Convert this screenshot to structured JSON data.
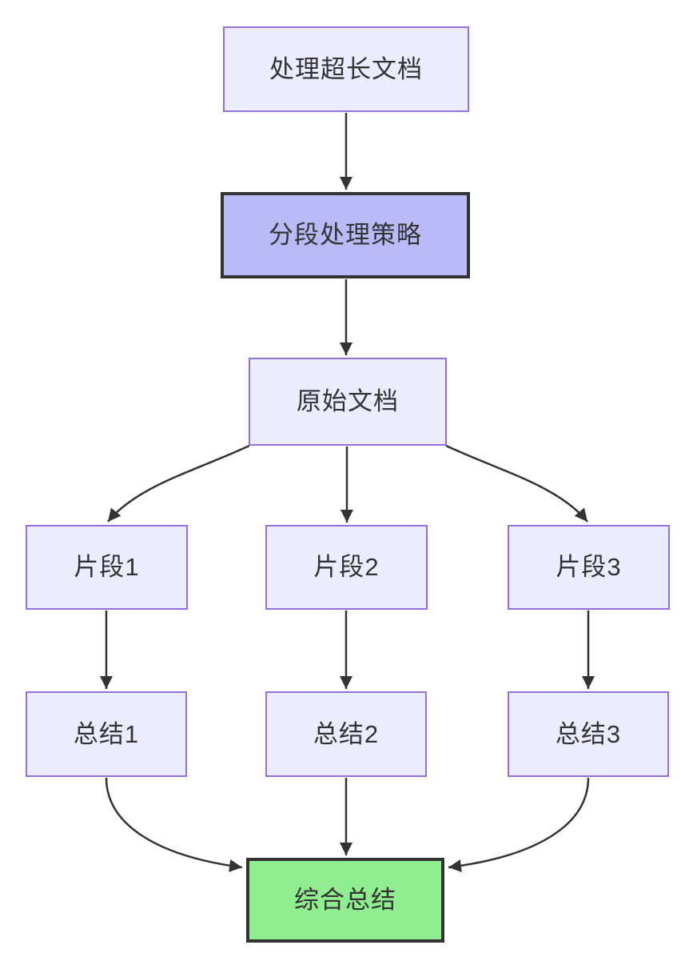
{
  "diagram": {
    "type": "flowchart",
    "direction": "top-down",
    "nodes": {
      "task": {
        "label": "处理超长文档",
        "role": "default"
      },
      "strategy": {
        "label": "分段处理策略",
        "role": "highlight"
      },
      "original": {
        "label": "原始文档",
        "role": "default"
      },
      "fragment1": {
        "label": "片段1",
        "role": "default"
      },
      "fragment2": {
        "label": "片段2",
        "role": "default"
      },
      "fragment3": {
        "label": "片段3",
        "role": "default"
      },
      "summary1": {
        "label": "总结1",
        "role": "default"
      },
      "summary2": {
        "label": "总结2",
        "role": "default"
      },
      "summary3": {
        "label": "总结3",
        "role": "default"
      },
      "final": {
        "label": "综合总结",
        "role": "final"
      }
    },
    "edges": [
      {
        "from": "处理超长文档",
        "to": "分段处理策略"
      },
      {
        "from": "分段处理策略",
        "to": "原始文档"
      },
      {
        "from": "原始文档",
        "to": "片段1"
      },
      {
        "from": "原始文档",
        "to": "片段2"
      },
      {
        "from": "原始文档",
        "to": "片段3"
      },
      {
        "from": "片段1",
        "to": "总结1"
      },
      {
        "from": "片段2",
        "to": "总结2"
      },
      {
        "from": "片段3",
        "to": "总结3"
      },
      {
        "from": "总结1",
        "to": "综合总结"
      },
      {
        "from": "总结2",
        "to": "综合总结"
      },
      {
        "from": "总结3",
        "to": "综合总结"
      }
    ],
    "colors": {
      "background": "#FFFFFF",
      "node_fill": "#ECECFF",
      "node_border": "#9370DB",
      "highlight_fill": "#BABAF8",
      "highlight_border": "#333333",
      "final_fill": "#90EE90",
      "final_border": "#333333",
      "edge": "#333333",
      "text": "#333333"
    }
  }
}
